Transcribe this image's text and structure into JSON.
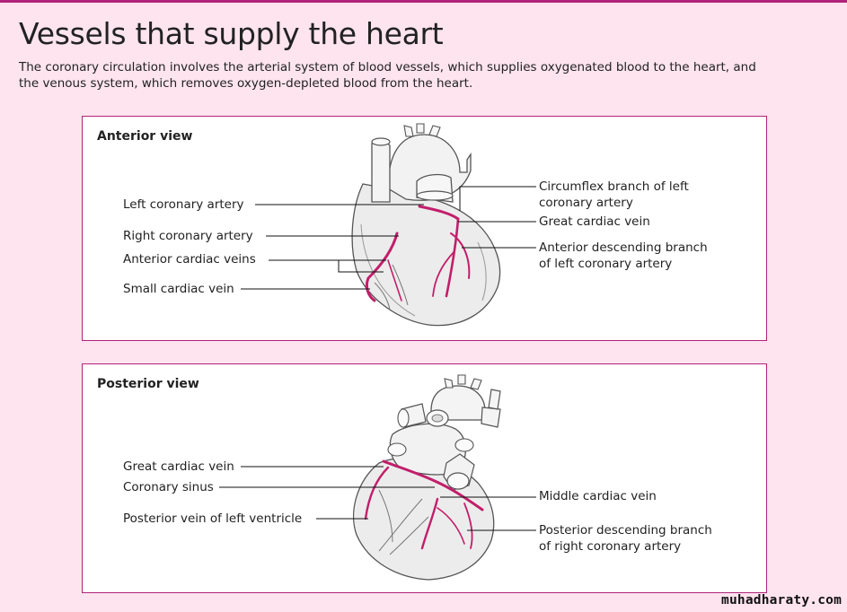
{
  "title": "Vessels that supply the heart",
  "intro_line1": "The coronary circulation involves the arterial system of blood vessels, which supplies oxygenated blood to the heart, and",
  "intro_line2": "the venous system, which removes oxygen-depleted blood from the heart.",
  "anterior": {
    "heading": "Anterior view",
    "labels": {
      "left_coronary_artery": "Left coronary artery",
      "right_coronary_artery": "Right coronary artery",
      "anterior_cardiac_veins": "Anterior cardiac veins",
      "small_cardiac_vein": "Small cardiac vein",
      "circumflex_line1": "Circumflex branch of left",
      "circumflex_line2": "coronary artery",
      "great_cardiac_vein": "Great cardiac vein",
      "anterior_descending_line1": "Anterior descending branch",
      "anterior_descending_line2": "of left coronary artery"
    }
  },
  "posterior": {
    "heading": "Posterior view",
    "labels": {
      "great_cardiac_vein": "Great cardiac vein",
      "coronary_sinus": "Coronary sinus",
      "posterior_vein_left_ventricle": "Posterior vein of left ventricle",
      "middle_cardiac_vein": "Middle cardiac vein",
      "posterior_descending_line1": "Posterior descending branch",
      "posterior_descending_line2": "of right coronary artery"
    }
  },
  "watermark": "muhadharaty.com",
  "colors": {
    "background": "#fde4ee",
    "accent_border": "#b0237a",
    "vessel": "#c21e6a",
    "heart_fill": "#ececec"
  }
}
